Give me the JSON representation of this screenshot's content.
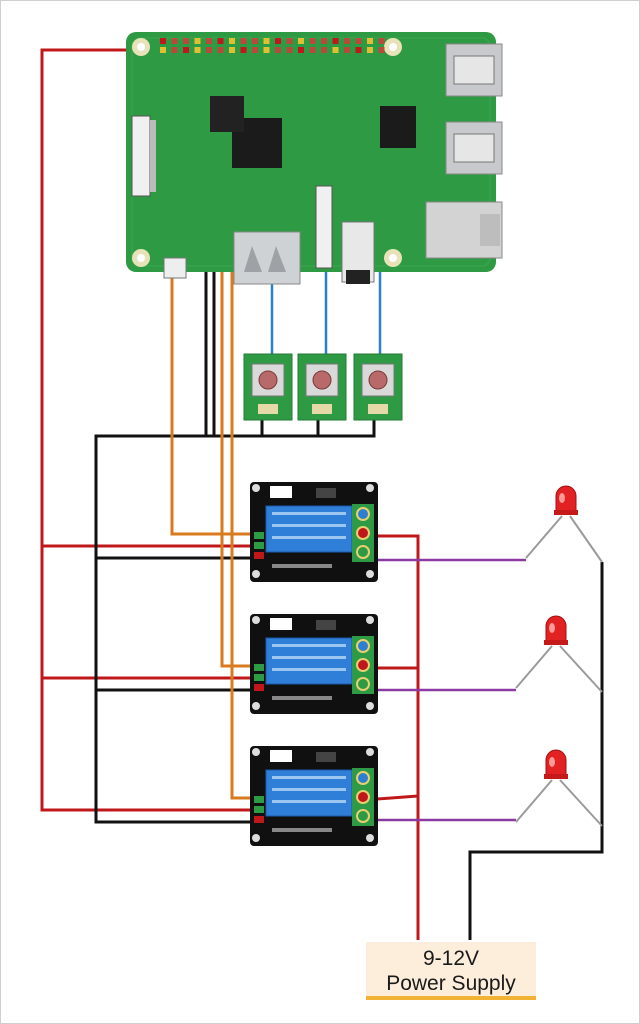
{
  "power_supply": {
    "line1": "9-12V",
    "line2": "Power Supply"
  },
  "colors": {
    "board": "#2f9a44",
    "relay": "#2f7fd8",
    "wire_red": "#c0181a",
    "wire_black": "#111111",
    "wire_orange": "#d87a1e",
    "wire_blue": "#2f7fd0",
    "wire_purple": "#8a3aa0",
    "led": "#e22222"
  },
  "components": {
    "board": "raspberry-pi-board",
    "buttons": [
      "push-button-1",
      "push-button-2",
      "push-button-3"
    ],
    "relays": [
      "relay-module-1",
      "relay-module-2",
      "relay-module-3"
    ],
    "leds": [
      "led-1",
      "led-2",
      "led-3"
    ]
  }
}
